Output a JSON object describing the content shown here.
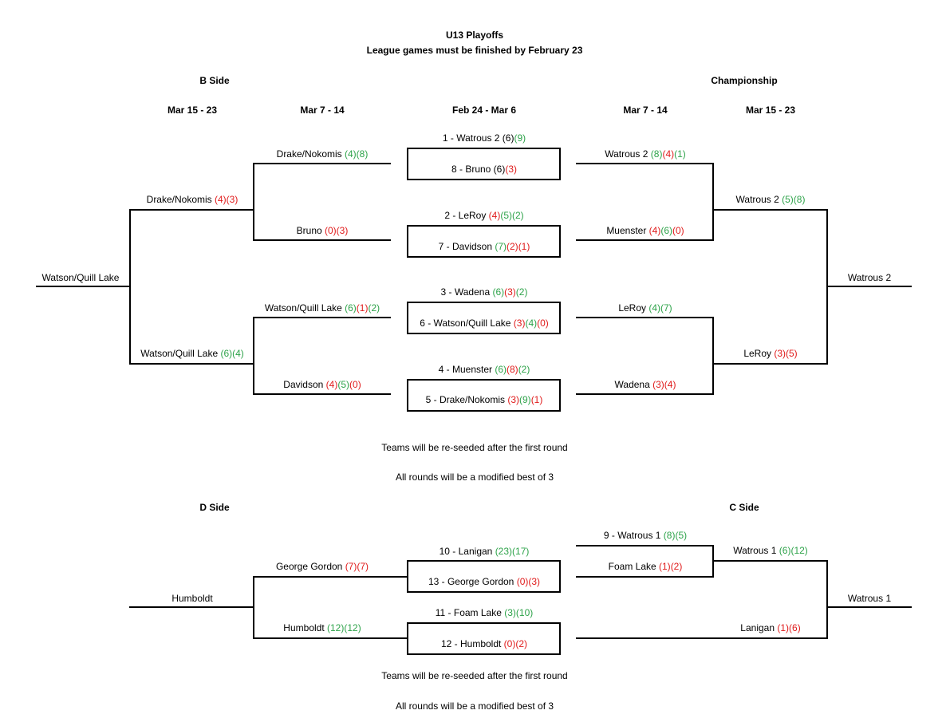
{
  "title": "U13 Playoffs",
  "subtitle": "League games must be finished by February 23",
  "headers": {
    "b_side": "B Side",
    "championship": "Championship",
    "d_side": "D Side",
    "c_side": "C Side",
    "mar_15_23_left": "Mar 15 - 23",
    "mar_7_14_left": "Mar 7 - 14",
    "feb_24_mar_6": "Feb 24 - Mar 6",
    "mar_7_14_right": "Mar 7 - 14",
    "mar_15_23_right": "Mar 15 - 23"
  },
  "notes": {
    "reseed_1": "Teams will be re-seeded after the first round",
    "best_of_1": "All rounds will be a modified best of 3",
    "reseed_2": "Teams will be re-seeded after the first round",
    "best_of_2": "All rounds will be a modified best of 3"
  },
  "colors": {
    "win": "#2ea34a",
    "loss": "#e01b1b",
    "line": "#000000"
  },
  "first_round": [
    {
      "team": "1 - Watrous 2",
      "scores": [
        {
          "v": "(6)",
          "r": "n"
        },
        {
          "v": "(9)",
          "r": "w"
        }
      ]
    },
    {
      "team": "8 - Bruno",
      "scores": [
        {
          "v": "(6)",
          "r": "n"
        },
        {
          "v": "(3)",
          "r": "l"
        }
      ]
    },
    {
      "team": "2 - LeRoy",
      "scores": [
        {
          "v": "(4)",
          "r": "l"
        },
        {
          "v": "(5)",
          "r": "w"
        },
        {
          "v": "(2)",
          "r": "w"
        }
      ]
    },
    {
      "team": "7 - Davidson",
      "scores": [
        {
          "v": "(7)",
          "r": "w"
        },
        {
          "v": "(2)",
          "r": "l"
        },
        {
          "v": "(1)",
          "r": "l"
        }
      ]
    },
    {
      "team": "3 - Wadena",
      "scores": [
        {
          "v": "(6)",
          "r": "w"
        },
        {
          "v": "(3)",
          "r": "l"
        },
        {
          "v": "(2)",
          "r": "w"
        }
      ]
    },
    {
      "team": "6 - Watson/Quill Lake",
      "scores": [
        {
          "v": "(3)",
          "r": "l"
        },
        {
          "v": "(4)",
          "r": "w"
        },
        {
          "v": "(0)",
          "r": "l"
        }
      ]
    },
    {
      "team": "4 - Muenster",
      "scores": [
        {
          "v": "(6)",
          "r": "w"
        },
        {
          "v": "(8)",
          "r": "l"
        },
        {
          "v": "(2)",
          "r": "w"
        }
      ]
    },
    {
      "team": "5 - Drake/Nokomis",
      "scores": [
        {
          "v": "(3)",
          "r": "l"
        },
        {
          "v": "(9)",
          "r": "w"
        },
        {
          "v": "(1)",
          "r": "l"
        }
      ]
    }
  ],
  "b_side_round1": [
    {
      "team": "Drake/Nokomis",
      "scores": [
        {
          "v": "(4)",
          "r": "w"
        },
        {
          "v": "(8)",
          "r": "w"
        }
      ]
    },
    {
      "team": "Bruno",
      "scores": [
        {
          "v": "(0)",
          "r": "l"
        },
        {
          "v": "(3)",
          "r": "l"
        }
      ]
    },
    {
      "team": "Watson/Quill Lake",
      "scores": [
        {
          "v": "(6)",
          "r": "w"
        },
        {
          "v": "(1)",
          "r": "l"
        },
        {
          "v": "(2)",
          "r": "w"
        }
      ]
    },
    {
      "team": "Davidson",
      "scores": [
        {
          "v": "(4)",
          "r": "l"
        },
        {
          "v": "(5)",
          "r": "w"
        },
        {
          "v": "(0)",
          "r": "l"
        }
      ]
    }
  ],
  "b_side_final": [
    {
      "team": "Drake/Nokomis",
      "scores": [
        {
          "v": "(4)",
          "r": "l"
        },
        {
          "v": "(3)",
          "r": "l"
        }
      ]
    },
    {
      "team": "Watson/Quill Lake",
      "scores": [
        {
          "v": "(6)",
          "r": "w"
        },
        {
          "v": "(4)",
          "r": "w"
        }
      ]
    }
  ],
  "b_side_winner": "Watson/Quill Lake",
  "champ_round1": [
    {
      "team": "Watrous 2",
      "scores": [
        {
          "v": "(8)",
          "r": "w"
        },
        {
          "v": "(4)",
          "r": "l"
        },
        {
          "v": "(1)",
          "r": "w"
        }
      ]
    },
    {
      "team": "Muenster",
      "scores": [
        {
          "v": "(4)",
          "r": "l"
        },
        {
          "v": "(6)",
          "r": "w"
        },
        {
          "v": "(0)",
          "r": "l"
        }
      ]
    },
    {
      "team": "LeRoy",
      "scores": [
        {
          "v": "(4)",
          "r": "w"
        },
        {
          "v": "(7)",
          "r": "w"
        }
      ]
    },
    {
      "team": "Wadena",
      "scores": [
        {
          "v": "(3)",
          "r": "l"
        },
        {
          "v": "(4)",
          "r": "l"
        }
      ]
    }
  ],
  "champ_final": [
    {
      "team": "Watrous 2",
      "scores": [
        {
          "v": "(5)",
          "r": "w"
        },
        {
          "v": "(8)",
          "r": "w"
        }
      ]
    },
    {
      "team": "LeRoy",
      "scores": [
        {
          "v": "(3)",
          "r": "l"
        },
        {
          "v": "(5)",
          "r": "l"
        }
      ]
    }
  ],
  "champion": "Watrous 2",
  "lower_first_round": [
    {
      "team": "10 - Lanigan",
      "scores": [
        {
          "v": "(23)",
          "r": "w"
        },
        {
          "v": "(17)",
          "r": "w"
        }
      ]
    },
    {
      "team": "13 - George Gordon",
      "scores": [
        {
          "v": "(0)",
          "r": "l"
        },
        {
          "v": "(3)",
          "r": "l"
        }
      ]
    },
    {
      "team": "11 - Foam Lake",
      "scores": [
        {
          "v": "(3)",
          "r": "w"
        },
        {
          "v": "(10)",
          "r": "w"
        }
      ]
    },
    {
      "team": "12 - Humboldt",
      "scores": [
        {
          "v": "(0)",
          "r": "l"
        },
        {
          "v": "(2)",
          "r": "l"
        }
      ]
    }
  ],
  "d_side_final": [
    {
      "team": "George Gordon",
      "scores": [
        {
          "v": "(7)",
          "r": "l"
        },
        {
          "v": "(7)",
          "r": "l"
        }
      ]
    },
    {
      "team": "Humboldt",
      "scores": [
        {
          "v": "(12)",
          "r": "w"
        },
        {
          "v": "(12)",
          "r": "w"
        }
      ]
    }
  ],
  "d_side_winner": "Humboldt",
  "c_side_round1": [
    {
      "team": "9 - Watrous 1",
      "scores": [
        {
          "v": "(8)",
          "r": "w"
        },
        {
          "v": "(5)",
          "r": "w"
        }
      ]
    },
    {
      "team": "Foam Lake",
      "scores": [
        {
          "v": "(1)",
          "r": "l"
        },
        {
          "v": "(2)",
          "r": "l"
        }
      ]
    }
  ],
  "c_side_final": [
    {
      "team": "Watrous 1",
      "scores": [
        {
          "v": "(6)",
          "r": "w"
        },
        {
          "v": "(12)",
          "r": "w"
        }
      ]
    },
    {
      "team": "Lanigan",
      "scores": [
        {
          "v": "(1)",
          "r": "l"
        },
        {
          "v": "(6)",
          "r": "l"
        }
      ]
    }
  ],
  "c_side_winner": "Watrous 1"
}
